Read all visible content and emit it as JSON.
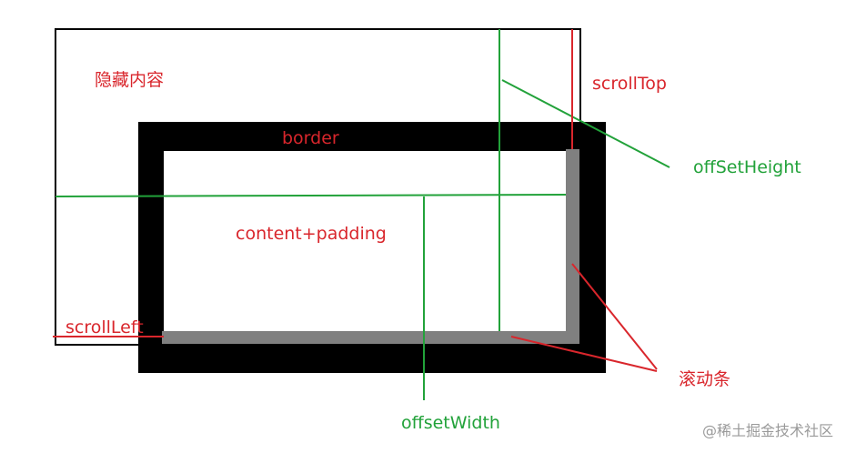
{
  "labels": {
    "hidden_content": "隐藏内容",
    "border": "border",
    "content_padding": "content+padding",
    "scroll_top": "scrollTop",
    "offset_height": "offSetHeight",
    "scroll_left": "scrollLeft",
    "offset_width": "offsetWidth",
    "scrollbar": "滚动条"
  },
  "watermark": "@稀土掘金技术社区",
  "colors": {
    "red": "#d9262c",
    "green": "#22a23a",
    "border_box": "#000000",
    "scrollbar": "#808080"
  }
}
